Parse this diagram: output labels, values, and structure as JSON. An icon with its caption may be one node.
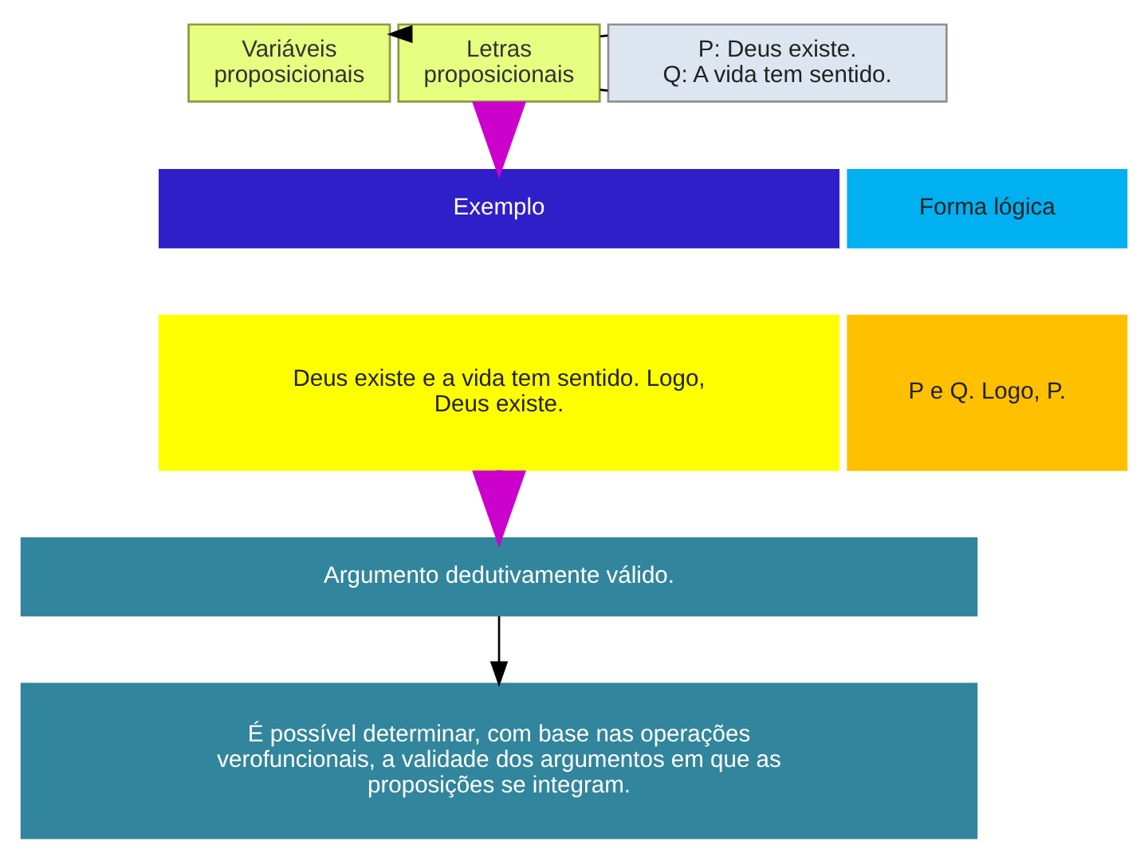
{
  "diagram": {
    "nodes": [
      {
        "text": [
          "Variáveis proposicionais"
        ]
      },
      {
        "text": [
          "Letras proposicionais"
        ]
      },
      {
        "text": [
          "P: Deus existe.",
          "Q: A vida tem sentido."
        ]
      },
      {
        "text": [
          "Exemplo"
        ]
      },
      {
        "text": [
          "Forma lógica"
        ]
      },
      {
        "text": [
          "Deus existe e a vida tem sentido. Logo, Deus existe."
        ]
      },
      {
        "text": [
          "P e Q. Logo, P."
        ]
      },
      {
        "text": [
          "Argumento dedutivamente válido."
        ]
      },
      {
        "text": [
          "É possível determinar, com base nas operações verofuncionais, a validade dos argumentos em que as proposições se integram."
        ]
      }
    ],
    "edges": [
      {
        "from": 1,
        "to": 0,
        "arrow": "to"
      },
      {
        "from": 1,
        "to": 2,
        "arrow": "none"
      },
      {
        "from": 1,
        "to": 2,
        "arrow": "none"
      },
      {
        "from": 1,
        "to": 3,
        "arrow": "to",
        "style": "thick",
        "color": "#cc00cc"
      },
      {
        "from": 5,
        "to": 7,
        "arrow": "to",
        "style": "thick",
        "color": "#cc00cc"
      },
      {
        "from": 7,
        "to": 8,
        "arrow": "to"
      }
    ]
  }
}
